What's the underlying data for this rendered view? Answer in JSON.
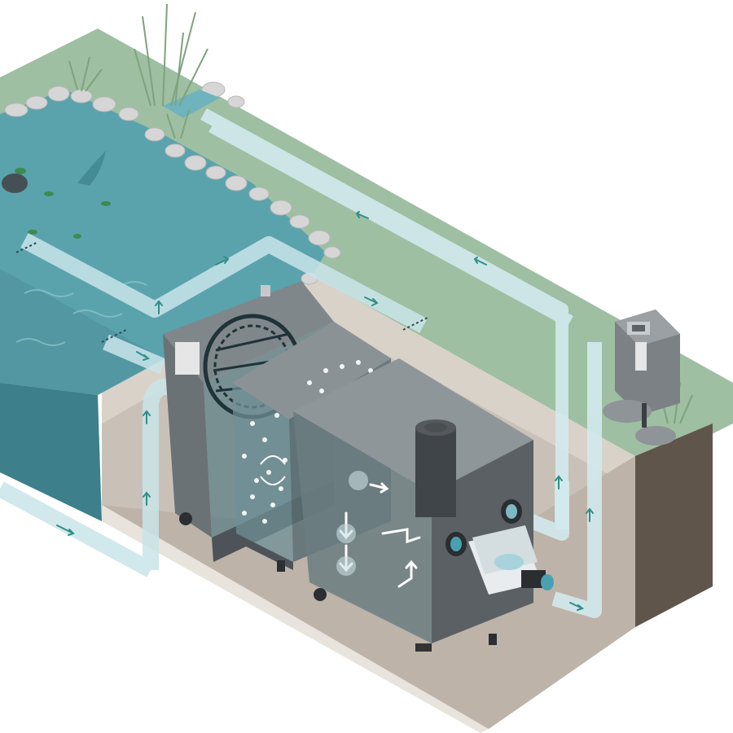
{
  "illustration": {
    "title": "",
    "colors": {
      "pond_water": "#4a97a4",
      "grass": "#9ebfa2",
      "soil_side": "#5f554b",
      "gravel_floor": "#bfb6ac",
      "filter_body": "#6f7478",
      "filter_dark": "#4d5358",
      "pipe": "#cfe6ea",
      "flow_arrow": "#2f8f8a",
      "stone": "#d6d6d6"
    },
    "components": [
      {
        "name": "pond",
        "icon": "pond-icon"
      },
      {
        "name": "drum-filter-chamber",
        "icon": "drum-icon"
      },
      {
        "name": "moving-bed-chamber",
        "icon": "media-icon"
      },
      {
        "name": "biological-chamber",
        "icon": "bio-icon"
      },
      {
        "name": "pump",
        "icon": "pump-icon"
      },
      {
        "name": "uv-clarifier",
        "icon": "uv-icon"
      },
      {
        "name": "control-unit",
        "icon": "control-icon"
      }
    ]
  }
}
